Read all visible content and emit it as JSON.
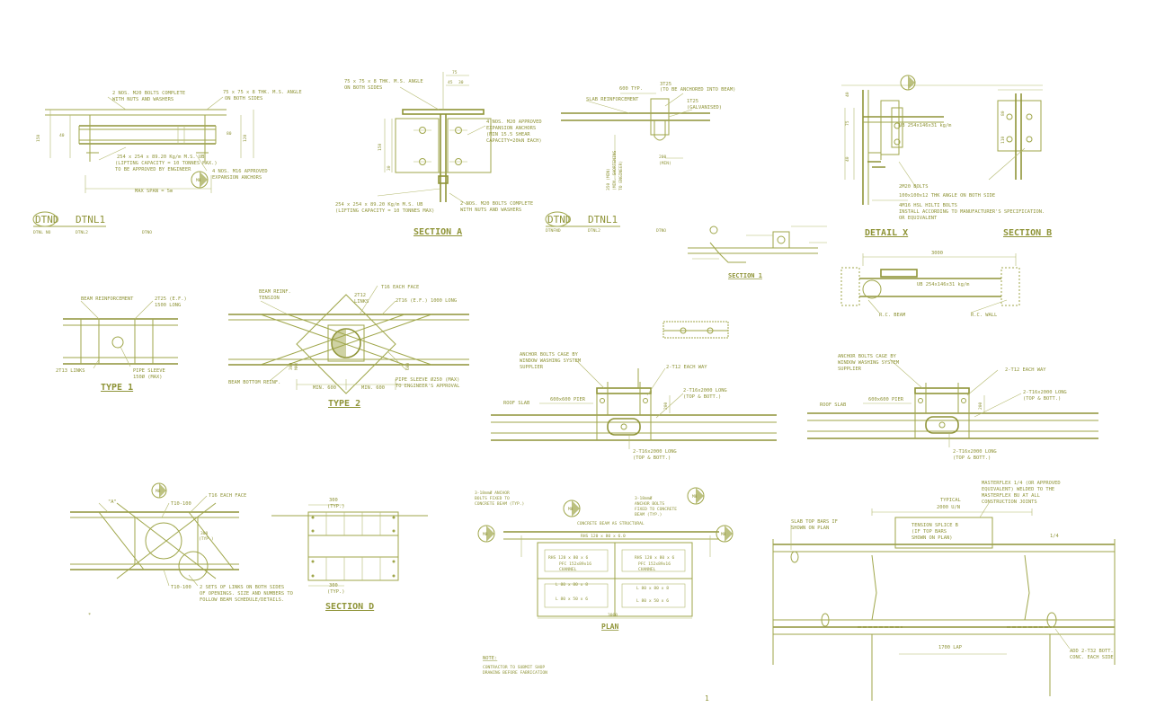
{
  "drawing": {
    "detail_1": {
      "notes": [
        "2 NOS. M20 BOLTS COMPLETE",
        "WITH NUTS AND WASHERS",
        "75 x 75 x 8 THK. M.S. ANGLE",
        "ON BOTH SIDES",
        "254 x 254 x 89.20 Kg/m M.S. UB",
        "(LIFTING CAPACITY = 10 TONNES MAX.)",
        "TO BE APPROVED BY ENGINEER",
        "4 NOS. M16 APPROVED",
        "EXPANSION ANCHORS",
        "MAX SPAN = 5m"
      ],
      "dims": [
        "150",
        "120",
        "40",
        "80"
      ],
      "tag": "M8"
    },
    "title_block_left": {
      "tag": "DTND",
      "label": "DTNL1",
      "sub": [
        "DTNL NO",
        "DTNL2",
        "DTNO"
      ]
    },
    "section_a": {
      "title": "SECTION A",
      "notes": [
        "75 x 75 x 8 THK. M.S. ANGLE",
        "ON BOTH SIDES",
        "4 NOS. M20 APPROVED",
        "EXPANSION ANCHORS",
        "(MIN 15.5 SHEAR",
        "CAPACITY=20kN EACH)",
        "254 x 254 x 89.20 Kg/m M.S. UB",
        "(LIFTING CAPACITY = 10 TONNES MAX)",
        "2 NOS. M20 BOLTS COMPLETE",
        "WITH NUTS AND WASHERS"
      ],
      "dims": [
        "75",
        "45",
        "30",
        "150",
        "30"
      ]
    },
    "detail_top_middle": {
      "notes": [
        "SLAB REINFORCEMENT",
        "600 TYP.",
        "3T25",
        "(TO BE ANCHORED INTO BEAM)",
        "1T25",
        "(GALVANISED)",
        "200",
        "(MIN)",
        "350 (MIN)",
        "(MIN. SHORTENING",
        "TO ENGINEER)"
      ]
    },
    "title_block_mid": {
      "tag": "DTND",
      "label": "DTNL1",
      "sub": [
        "DTNFND",
        "DTNL2",
        "DTNO"
      ]
    },
    "section_1": {
      "title": "SECTION 1"
    },
    "detail_x": {
      "title": "DETAIL X",
      "notes": [
        "UB 254x146x31 kg/m",
        "2M20 BOLTS",
        "100x100x12 THK ANGLE ON BOTH SIDE",
        "4M16 HSL HILTI BOLTS",
        "INSTALL ACCORDING TO MANUFACTURER'S SPECIFICATION.",
        "OR EQUIVALENT"
      ],
      "dims": [
        "40",
        "75",
        "40"
      ]
    },
    "section_b": {
      "title": "SECTION B",
      "dims": [
        "80",
        "110"
      ]
    },
    "beam_detail_right": {
      "dims": [
        "3000"
      ],
      "notes": [
        "UB 254x146x31 kg/m",
        "R.C. BEAM",
        "R.C. WALL"
      ]
    },
    "type_1": {
      "title": "TYPE 1",
      "notes": [
        "BEAM REINFORCEMENT",
        "2T25 (E.F.)",
        "1500 LONG",
        "2T13 LINKS",
        "PIPE SLEEVE",
        "150Ø (MAX)"
      ]
    },
    "type_2": {
      "title": "TYPE 2",
      "notes": [
        "BEAM REINF.",
        "TENSION",
        "2T12",
        "LINKS",
        "T16 EACH FACE",
        "2T16 (E.F.) 1000 LONG",
        "BEAM BOTTOM REINF.",
        "MIN. 600",
        "MIN. 600",
        "PIPE SLEEVE Ø250 (MAX)",
        "TO ENGINEER'S APPROVAL",
        "300",
        "MAX",
        "600"
      ]
    },
    "anchor_detail_1": {
      "notes": [
        "ANCHOR BOLTS CAGE BY",
        "WINDOW WASHING SYSTEM",
        "SUPPLIER",
        "2-T12 EACH WAY",
        "ROOF SLAB",
        "600x600 PIER",
        "2-T16x2000 LONG",
        "(TOP & BOTT.)",
        "2-T16x2000 LONG",
        "(TOP & BOTT.)"
      ],
      "dims": [
        "200"
      ]
    },
    "anchor_detail_2": {
      "notes": [
        "ANCHOR BOLTS CAGE BY",
        "WINDOW WASHING SYSTEM",
        "SUPPLIER",
        "2-T12 EACH WAY",
        "ROOF SLAB",
        "600x600 PIER",
        "2-T16x2000 LONG",
        "(TOP & BOTT.)",
        "2-T16x2000 LONG",
        "(TOP & BOTT.)"
      ],
      "dims": [
        "200"
      ]
    },
    "opening_detail": {
      "notes": [
        "\"A\"",
        "T16 EACH FACE",
        "T10-100",
        "T10-100",
        "2 SETS OF LINKS ON BOTH SIDES",
        "OF OPENINGS. SIZE AND NUMBERS TO",
        "FOLLOW BEAM SCHEDULE/DETAILS.",
        "300",
        "(TYP.)"
      ],
      "tag": "M8"
    },
    "section_d": {
      "title": "SECTION D",
      "dims": [
        "300",
        "(TYP.)",
        "300",
        "(TYP.)"
      ]
    },
    "plan": {
      "title": "PLAN",
      "notes": [
        "3-18mmØ ANCHOR",
        "BOLTS FIXED TO",
        "CONCRETE BEAM (TYP.)",
        "3-18mmØ",
        "ANCHOR BOLTS",
        "FIXED TO CONCRETE",
        "BEAM (TYP.)",
        "CONCRETE BEAM AS STRUCTURAL",
        "RHS 120 x 80 x 6.0",
        "RHS 120 x 80 x 6",
        "PFC 152x89x16",
        "CHANNEL",
        "RHS 120 x 80 x 6",
        "PFC 152x89x16",
        "CHANNEL",
        "L 80 x 80 x 8",
        "L 80 x 80 x 8",
        "L 80 x 50 x 6",
        "L 80 x 50 x 6",
        "3000"
      ],
      "tags": [
        "M8",
        "M8",
        "M8",
        "M8"
      ]
    },
    "tension_splice": {
      "notes": [
        "MASTERFLEX 1/4 (OR APPROVED",
        "EQUIVALENT) WELDED TO THE",
        "MASTERFLEX BU AT ALL",
        "CONSTRUCTION JOINTS",
        "TYPICAL",
        "2000 U/N",
        "SLAB TOP BARS IF",
        "SHOWN ON PLAN",
        "TENSION SPLICE B",
        "(IF TOP BARS",
        "SHOWN ON PLAN)",
        "1/4",
        "1700 LAP",
        "ADD 2-T32 BOTT.",
        "CONC. EACH SIDE"
      ]
    },
    "note": {
      "heading": "NOTE:",
      "lines": [
        "CONTRACTOR TO SUBMIT SHOP",
        "DRAWING BEFORE FABRICATION"
      ]
    },
    "mark_star": "*",
    "mark_one": "1"
  },
  "colors": {
    "line": "#9fa64a",
    "text": "#8f9438",
    "background": "#ffffff"
  }
}
